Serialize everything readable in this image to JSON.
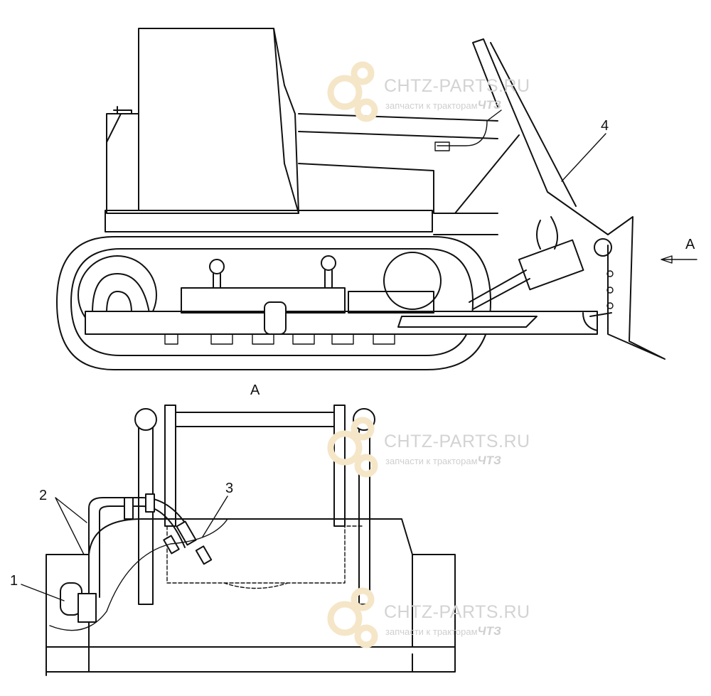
{
  "side_view": {
    "view_arrow_label": "A",
    "callout_4": "4"
  },
  "view_a": {
    "title": "A",
    "callout_1": "1",
    "callout_2": "2",
    "callout_3": "3"
  },
  "watermark": {
    "site": "CHTZ-PARTS.RU",
    "tagline": "запчасти к тракторам",
    "brand": "ЧТЗ",
    "gear_color": "#f5e6c8"
  }
}
